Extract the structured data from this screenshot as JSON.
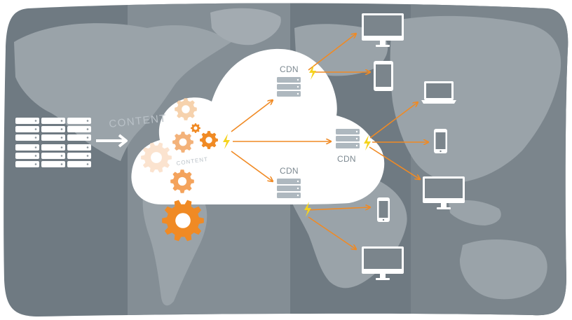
{
  "labels": {
    "cdn_top": "CDN",
    "cdn_middle": "CDN",
    "cdn_bottom": "CDN",
    "content_large": "CONTENT",
    "content_small": "CONTENT"
  },
  "colors": {
    "backdrop": "#6f7a82",
    "band_light": "#8a949b",
    "land": "#9aa3a9",
    "cloud": "#ffffff",
    "arrow": "#f08a24",
    "server": "#aeb8bf",
    "device": "#ffffff",
    "bolt": "#f5d31e"
  },
  "icons": {
    "source_servers": "server-rack-icon",
    "gears": "gear-icon",
    "lightning": "lightning-bolt-icon",
    "cdn": "server-stack-icon",
    "devices": [
      "desktop-monitor-icon",
      "tablet-icon",
      "laptop-icon",
      "smartphone-icon"
    ]
  }
}
